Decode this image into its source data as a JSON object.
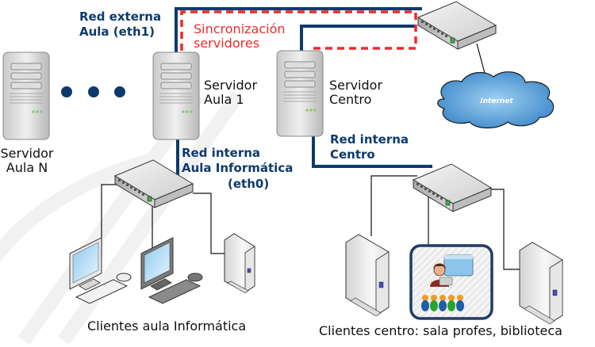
{
  "diagram": {
    "title": "Red de servidores de aula y centro",
    "colors": {
      "network_blue": "#0d3a6e",
      "sync_red": "#ee2b2b",
      "cloud_blue": "#3f8fd2",
      "switch_port_green": "#3cb043",
      "server_led_green": "#7ccf5e"
    },
    "labels": {
      "red_externa_line1": "Red externa",
      "red_externa_line2": "Aula (eth1)",
      "sync_line1": "Sincronización",
      "sync_line2": "servidores",
      "servidor_aula1_line1": "Servidor",
      "servidor_aula1_line2": "Aula 1",
      "servidor_centro_line1": "Servidor",
      "servidor_centro_line2": "Centro",
      "servidor_aulaN_line1": "Servidor",
      "servidor_aulaN_line2": "Aula N",
      "red_interna_aula_line1": "Red interna",
      "red_interna_aula_line2": "Aula Informática",
      "red_interna_aula_line3": "(eth0)",
      "red_interna_centro_line1": "Red interna",
      "red_interna_centro_line2": "Centro",
      "internet": "Internet",
      "clientes_aula": "Clientes aula Informática",
      "clientes_centro": "Clientes centro: sala profes, biblioteca"
    },
    "nodes": [
      {
        "id": "servidor-aula-n",
        "type": "server"
      },
      {
        "id": "servidor-aula-1",
        "type": "server"
      },
      {
        "id": "servidor-centro",
        "type": "server"
      },
      {
        "id": "switch-externo",
        "type": "switch"
      },
      {
        "id": "internet-cloud",
        "type": "cloud"
      },
      {
        "id": "switch-aula",
        "type": "switch"
      },
      {
        "id": "switch-centro",
        "type": "switch"
      },
      {
        "id": "cliente-aula-pc1",
        "type": "desktop"
      },
      {
        "id": "cliente-aula-pc2",
        "type": "desktop"
      },
      {
        "id": "cliente-aula-tower",
        "type": "tower"
      },
      {
        "id": "cliente-centro-tower1",
        "type": "tower"
      },
      {
        "id": "cliente-centro-group",
        "type": "user-group"
      },
      {
        "id": "cliente-centro-tower2",
        "type": "tower"
      }
    ],
    "ellipsis_dots": 3
  }
}
